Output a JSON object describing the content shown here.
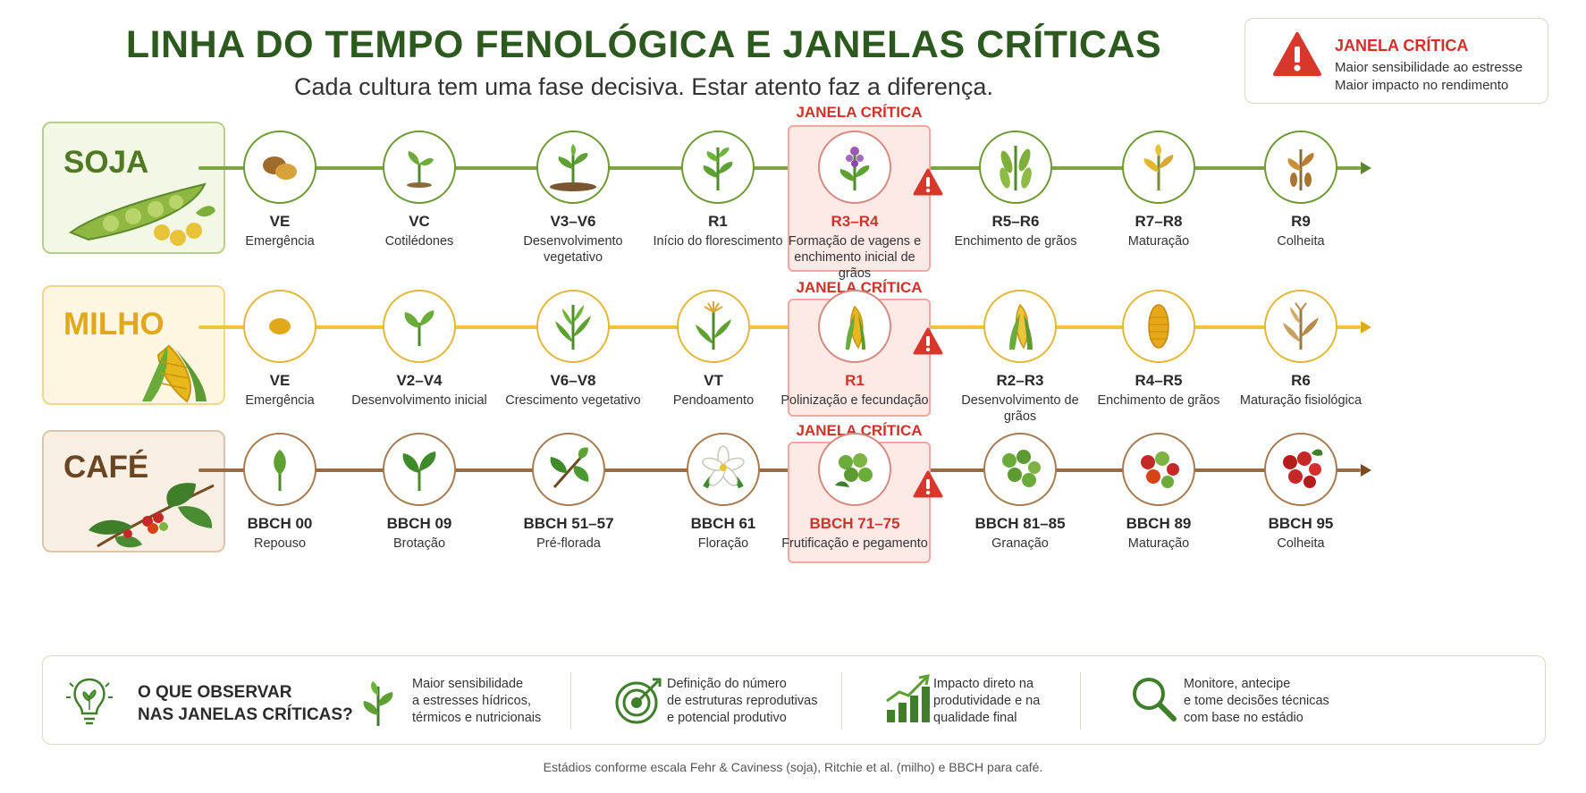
{
  "header": {
    "title": "LINHA DO TEMPO FENOLÓGICA E JANELAS CRÍTICAS",
    "subtitle": "Cada cultura tem uma fase decisiva. Estar atento faz a diferença."
  },
  "legend": {
    "title": "JANELA CRÍTICA",
    "line1": "Maior sensibilidade ao estresse",
    "line2": "Maior impacto no rendimento"
  },
  "critical_label": "JANELA CRÍTICA",
  "crops": [
    {
      "name": "SOJA",
      "color": "#5c8a2a",
      "stages": [
        {
          "code": "VE",
          "desc": "Emergência"
        },
        {
          "code": "VC",
          "desc": "Cotilédones"
        },
        {
          "code": "V3–V6",
          "desc": "Desenvolvimento vegetativo"
        },
        {
          "code": "R1",
          "desc": "Início do florescimento"
        },
        {
          "code": "R3–R4",
          "desc": "Formação de vagens e enchimento inicial de grãos"
        },
        {
          "code": "R5–R6",
          "desc": "Enchimento de grãos"
        },
        {
          "code": "R7–R8",
          "desc": "Maturação"
        },
        {
          "code": "R9",
          "desc": "Colheita"
        }
      ]
    },
    {
      "name": "MILHO",
      "color": "#e8b81a",
      "stages": [
        {
          "code": "VE",
          "desc": "Emergência"
        },
        {
          "code": "V2–V4",
          "desc": "Desenvolvimento inicial"
        },
        {
          "code": "V6–V8",
          "desc": "Crescimento vegetativo"
        },
        {
          "code": "VT",
          "desc": "Pendoamento"
        },
        {
          "code": "R1",
          "desc": "Polinização e fecundação"
        },
        {
          "code": "R2–R3",
          "desc": "Desenvolvimento de grãos"
        },
        {
          "code": "R4–R5",
          "desc": "Enchimento de grãos"
        },
        {
          "code": "R6",
          "desc": "Maturação fisiológica"
        }
      ]
    },
    {
      "name": "CAFÉ",
      "color": "#8a5a2b",
      "stages": [
        {
          "code": "BBCH 00",
          "desc": "Repouso"
        },
        {
          "code": "BBCH 09",
          "desc": "Brotação"
        },
        {
          "code": "BBCH 51–57",
          "desc": "Pré-florada"
        },
        {
          "code": "BBCH 61",
          "desc": "Floração"
        },
        {
          "code": "BBCH 71–75",
          "desc": "Frutificação e pegamento"
        },
        {
          "code": "BBCH 81–85",
          "desc": "Granação"
        },
        {
          "code": "BBCH 89",
          "desc": "Maturação"
        },
        {
          "code": "BBCH 95",
          "desc": "Colheita"
        }
      ]
    }
  ],
  "bottom": {
    "heading_line1": "O QUE OBSERVAR",
    "heading_line2": "NAS JANELAS CRÍTICAS?",
    "items": [
      {
        "icon": "seedling-icon",
        "l1": "Maior sensibilidade",
        "l2": "a estresses hídricos,",
        "l3": "térmicos e nutricionais"
      },
      {
        "icon": "target-icon",
        "l1": "Definição do número",
        "l2": "de estruturas reprodutivas",
        "l3": "e potencial produtivo"
      },
      {
        "icon": "growth-chart-icon",
        "l1": "Impacto direto na",
        "l2": "produtividade e na",
        "l3": "qualidade final"
      },
      {
        "icon": "magnifier-icon",
        "l1": "Monitore, antecipe",
        "l2": "e tome decisões técnicas",
        "l3": "com base no estádio"
      }
    ]
  },
  "footer": "Estádios conforme escala Fehr & Caviness (soja), Ritchie et al. (milho) e BBCH para café."
}
